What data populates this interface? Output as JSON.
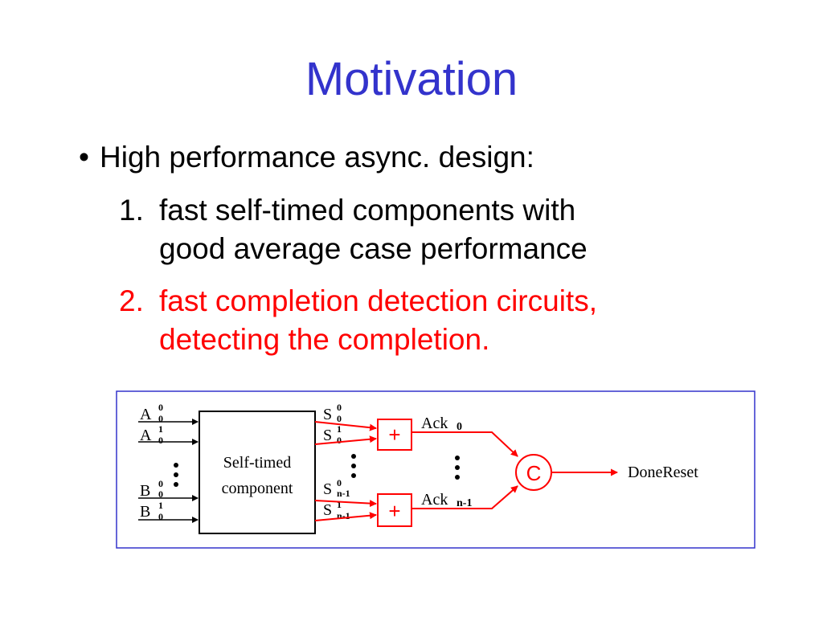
{
  "slide": {
    "title": "Motivation",
    "bullet": {
      "marker": "•",
      "text": "High performance async. design:"
    },
    "items": [
      {
        "number": "1.",
        "lines": [
          "fast self-timed components with",
          "good average case performance"
        ]
      },
      {
        "number": "2.",
        "lines": [
          "fast completion detection circuits,",
          "detecting the completion."
        ]
      }
    ]
  },
  "diagram": {
    "component_label": [
      "Self-timed",
      "component"
    ],
    "inputs": [
      {
        "base": "A",
        "sup": "0",
        "sub": "0"
      },
      {
        "base": "A",
        "sup": "1",
        "sub": "0"
      },
      {
        "base": "B",
        "sup": "0",
        "sub": "0"
      },
      {
        "base": "B",
        "sup": "1",
        "sub": "0"
      }
    ],
    "outputs": [
      {
        "base": "S",
        "sup": "0",
        "sub": "0"
      },
      {
        "base": "S",
        "sup": "1",
        "sub": "0"
      },
      {
        "base": "S",
        "sup": "0",
        "sub": "n-1"
      },
      {
        "base": "S",
        "sup": "1",
        "sub": "n-1"
      }
    ],
    "or_gate_label": "+",
    "c_element_label": "C",
    "ack_labels": [
      {
        "base": "Ack",
        "sub": "0"
      },
      {
        "base": "Ack",
        "sub": "n-1"
      }
    ],
    "output_signal": "DoneReset",
    "colors": {
      "frame": "#3333cc",
      "signal": "#ff0000",
      "wire": "#000000"
    }
  }
}
